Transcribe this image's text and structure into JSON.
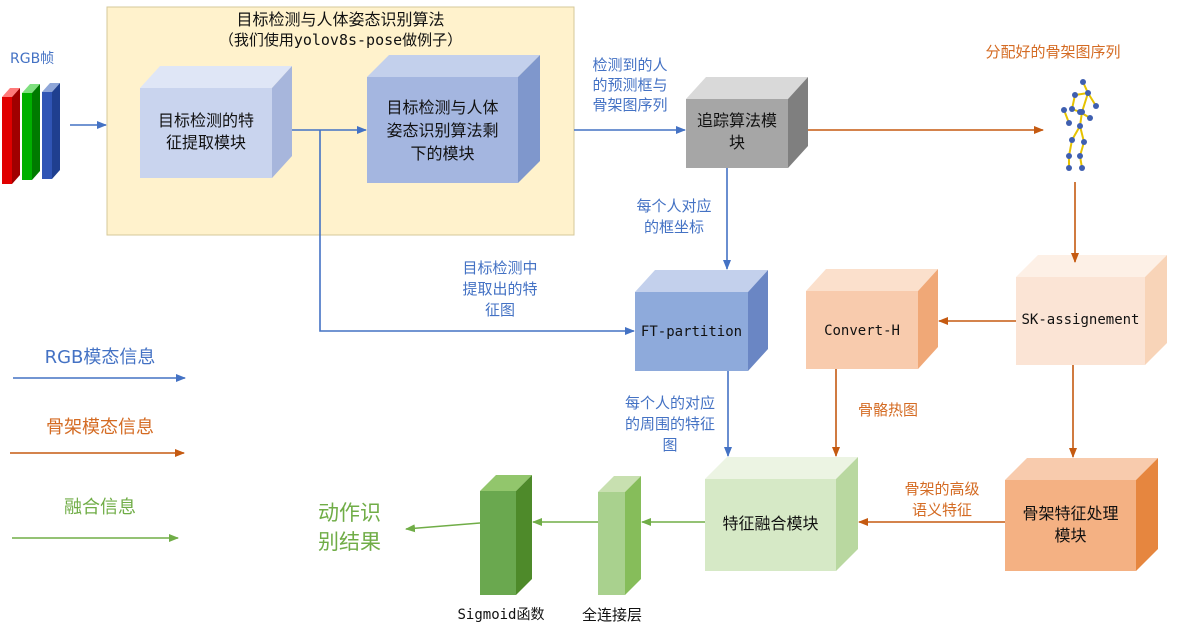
{
  "colors": {
    "rgb_arrow": "#4472c4",
    "skeleton_arrow": "#c55a11",
    "fusion_arrow": "#70ad47",
    "yolo_panel": "#fff2cc"
  },
  "input": {
    "label": "RGB帧"
  },
  "yolo_panel": {
    "title_line1": "目标检测与人体姿态识别算法",
    "title_line2": "（我们使用yolov8s-pose做例子）"
  },
  "blocks": {
    "feature_extract": {
      "line1": "目标检测的特",
      "line2": "征提取模块"
    },
    "yolo_rest": {
      "line1": "目标检测与人体",
      "line2": "姿态识别算法剩",
      "line3": "下的模块"
    },
    "tracking": {
      "line1": "追踪算法模",
      "line2": "块"
    },
    "ft_partition": {
      "label": "FT-partition"
    },
    "convert_h": {
      "label": "Convert-H"
    },
    "sk_assign": {
      "label": "SK-assignement"
    },
    "skeleton_proc": {
      "line1": "骨架特征处理",
      "line2": "模块"
    },
    "fusion": {
      "label": "特征融合模块"
    },
    "fc": {
      "label": "全连接层"
    },
    "sigmoid": {
      "label": "Sigmoid函数"
    }
  },
  "edge_labels": {
    "detected": {
      "line1": "检测到的人",
      "line2": "的预测框与",
      "line3": "骨架图序列"
    },
    "skeleton_seq": {
      "label": "分配好的骨架图序列"
    },
    "box_coords": {
      "line1": "每个人对应",
      "line2": "的框坐标"
    },
    "feature_map": {
      "line1": "目标检测中",
      "line2": "提取出的特",
      "line3": "征图"
    },
    "per_person_feat": {
      "line1": "每个人的对应",
      "line2": "的周围的特征",
      "line3": "图"
    },
    "heatmap": {
      "label": "骨骼热图"
    },
    "high_level": {
      "line1": "骨架的高级",
      "line2": "语义特征"
    }
  },
  "output": {
    "line1": "动作识",
    "line2": "别结果"
  },
  "legend": {
    "rgb": "RGB模态信息",
    "skeleton": "骨架模态信息",
    "fusion": "融合信息"
  }
}
